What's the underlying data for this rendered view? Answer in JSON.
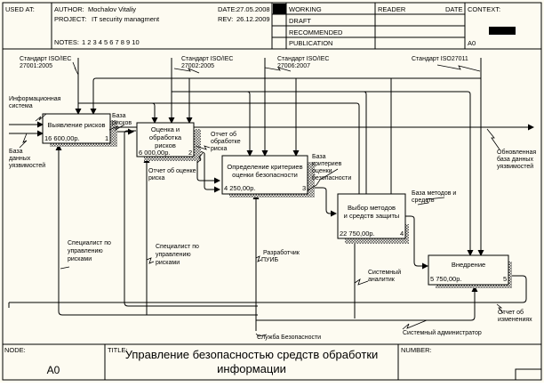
{
  "header": {
    "used_at_label": "USED AT:",
    "author_label": "AUTHOR:",
    "author": "Mochalov Vitaliy",
    "project_label": "PROJECT:",
    "project": "IT security managment",
    "notes_label": "NOTES:",
    "notes": "1  2  3  4  5  6  7  8  9  10",
    "date_label": "DATE:",
    "date": "27.05.2008",
    "rev_label": "REV:",
    "rev": "26.12.2009",
    "status": [
      "WORKING",
      "DRAFT",
      "RECOMMENDED",
      "PUBLICATION"
    ],
    "status_selected": "WORKING",
    "reader_label": "READER",
    "reader_date_label": "DATE",
    "context_label": "CONTEXT:",
    "context_node": "A0"
  },
  "footer": {
    "node_label": "NODE:",
    "node": "A0",
    "title_label": "TITLE:",
    "title_line1": "Управление безопасностью  средств обработки",
    "title_line2": "информации",
    "number_label": "NUMBER:"
  },
  "activities": [
    {
      "id": "1",
      "name_lines": [
        "Выявление рисков"
      ],
      "cost": "16 600,00р."
    },
    {
      "id": "2",
      "name_lines": [
        "Оценка и",
        "обработка",
        "рисков"
      ],
      "cost": "6 000,00р."
    },
    {
      "id": "3",
      "name_lines": [
        "Определение критериев",
        "оценки безопасности"
      ],
      "cost": "4 250,00р."
    },
    {
      "id": "4",
      "name_lines": [
        "Выбор методов",
        "и средств защиты"
      ],
      "cost": "22 750,00р."
    },
    {
      "id": "5",
      "name_lines": [
        "Внедрение"
      ],
      "cost": "5 750,00р."
    }
  ],
  "arrow_labels": {
    "std1": [
      "Стандарт ISO/IEC",
      "27001:2005"
    ],
    "std2": [
      "Стандарт ISO/IEC",
      "27002:2005"
    ],
    "std3": [
      "Стандарт ISO/IEC",
      "27006:2007"
    ],
    "std4": [
      "Стандарт ISO27011"
    ],
    "info_system": [
      "Информационная",
      "система"
    ],
    "vuln_db": [
      "База",
      "данных",
      "уязвимостей"
    ],
    "risk_db": [
      "База",
      "рисков"
    ],
    "risk_treatment_report": [
      "Отчет об",
      "обработке",
      "риска"
    ],
    "risk_assessment_report": [
      "Отчет об оценке",
      "риска"
    ],
    "criteria_db": [
      "База",
      "критериев",
      "оценки",
      "безопасности"
    ],
    "methods_db": [
      "База методов  и",
      "средств"
    ],
    "updated_vuln_db": [
      "Обновленная",
      "база данных",
      "уязвимостей"
    ],
    "risk_specialist_1": [
      "Специалист по",
      "управлению",
      "рисками"
    ],
    "risk_specialist_2": [
      "Специалист по",
      "управлению",
      "рисками"
    ],
    "developer": [
      "Разработчик",
      "ПУИБ"
    ],
    "sys_analyst": [
      "Системный",
      "аналитик"
    ],
    "security_service": [
      "Служба Безопасности"
    ],
    "sys_admin": [
      "Системный администратор"
    ],
    "changes_report": [
      "Отчет об",
      "изменениях"
    ]
  }
}
